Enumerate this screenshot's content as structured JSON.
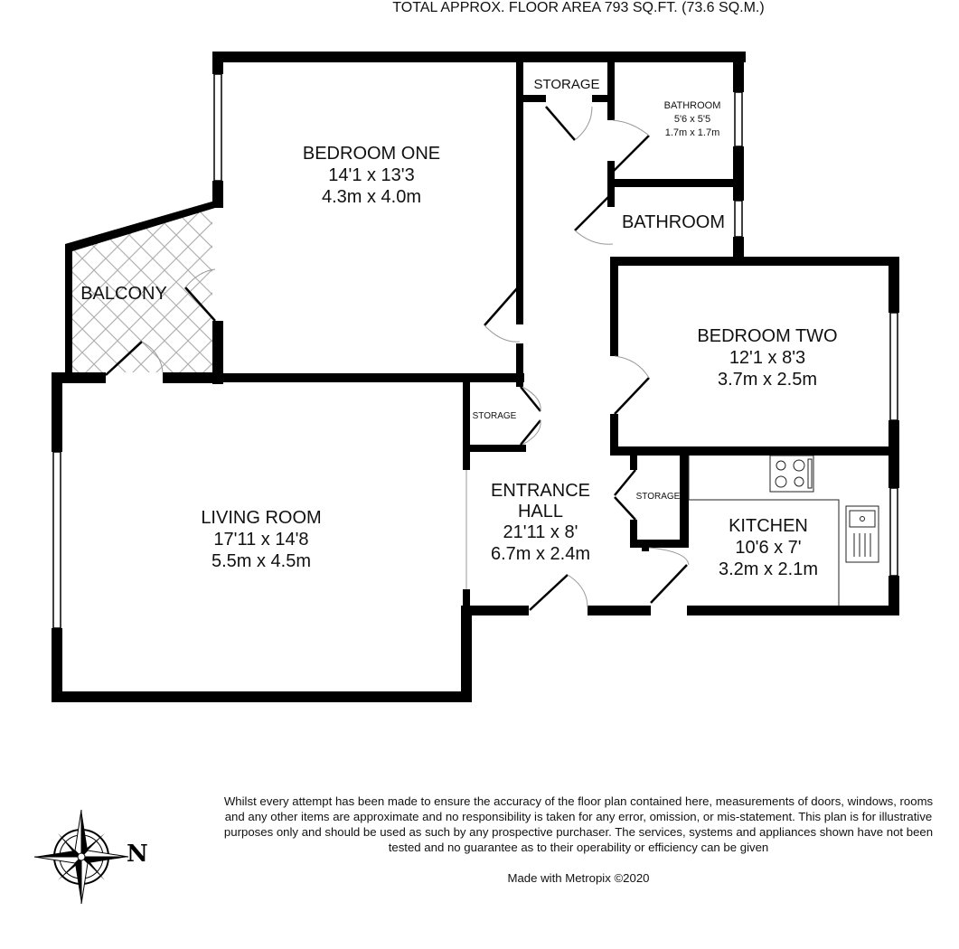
{
  "rooms": {
    "bedroom_one": {
      "name": "BEDROOM ONE",
      "imperial": "14'1 x 13'3",
      "metric": "4.3m x 4.0m"
    },
    "storage_top": {
      "name": "STORAGE"
    },
    "bathroom_small": {
      "name": "BATHROOM",
      "imperial": "5'6 x 5'5",
      "metric": "1.7m x 1.7m"
    },
    "bathroom": {
      "name": "BATHROOM"
    },
    "balcony": {
      "name": "BALCONY"
    },
    "bedroom_two": {
      "name": "BEDROOM TWO",
      "imperial": "12'1 x 8'3",
      "metric": "3.7m x 2.5m"
    },
    "storage_mid": {
      "name": "STORAGE"
    },
    "storage_kitchen": {
      "name": "STORAGE"
    },
    "living_room": {
      "name": "LIVING ROOM",
      "imperial": "17'11 x 14'8",
      "metric": "5.5m x 4.5m"
    },
    "entrance_hall": {
      "name_line1": "ENTRANCE",
      "name_line2": "HALL",
      "imperial": "21'11 x 8'",
      "metric": "6.7m x 2.4m"
    },
    "kitchen": {
      "name": "KITCHEN",
      "imperial": "10'6 x 7'",
      "metric": "3.2m x 2.1m"
    }
  },
  "footer": {
    "total_area": "TOTAL APPROX. FLOOR AREA 793 SQ.FT. (73.6 SQ.M.)",
    "disclaimer": "Whilst every attempt has been made to ensure the accuracy of the floor plan contained here, measurements of doors, windows, rooms and any other items are approximate and no responsibility is taken for any error, omission, or mis-statement. This plan is for illustrative purposes only and should be used as such by any prospective purchaser. The services, systems and appliances shown have not been tested and no guarantee as to their operability or efficiency can be given",
    "made_with": "Made with Metropix ©2020"
  },
  "compass": {
    "letter": "N"
  },
  "colors": {
    "wall": "#000000",
    "hatch": "#b0b0b0",
    "swing": "#999999"
  }
}
